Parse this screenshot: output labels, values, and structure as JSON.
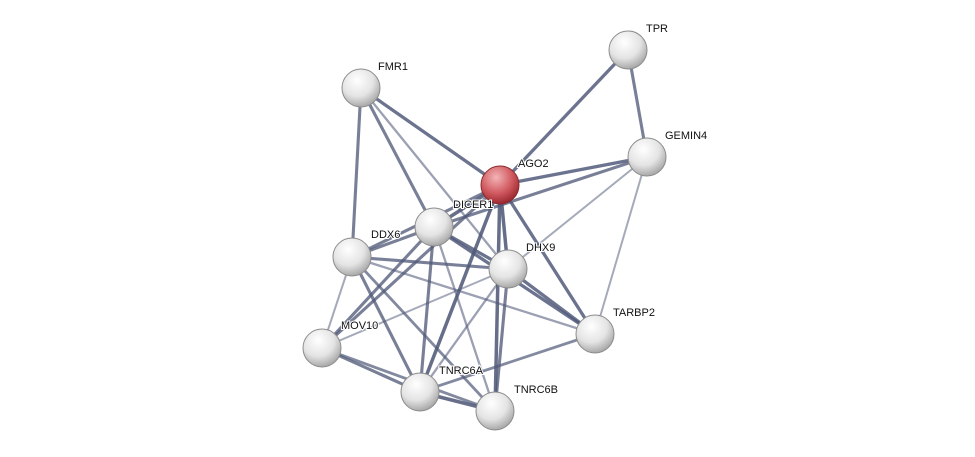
{
  "network": {
    "query_node": "AGO2",
    "colors": {
      "query": "#c9434a",
      "node": "#e8e8e8",
      "edge": "#4f5878"
    },
    "nodes": [
      "TPR",
      "FMR1",
      "GEMIN4",
      "AGO2",
      "DICER1",
      "DDX6",
      "DHX9",
      "TARBP2",
      "MOV10",
      "TNRC6A",
      "TNRC6B"
    ],
    "edges": [
      [
        "AGO2",
        "TPR",
        0.9
      ],
      [
        "TPR",
        "GEMIN4",
        0.8
      ],
      [
        "AGO2",
        "GEMIN4",
        0.9
      ],
      [
        "AGO2",
        "FMR1",
        0.9
      ],
      [
        "AGO2",
        "DICER1",
        0.95
      ],
      [
        "AGO2",
        "DDX6",
        0.8
      ],
      [
        "AGO2",
        "DHX9",
        0.95
      ],
      [
        "AGO2",
        "TARBP2",
        0.9
      ],
      [
        "AGO2",
        "TNRC6A",
        0.95
      ],
      [
        "AGO2",
        "TNRC6B",
        0.95
      ],
      [
        "AGO2",
        "MOV10",
        0.8
      ],
      [
        "FMR1",
        "DDX6",
        0.8
      ],
      [
        "FMR1",
        "DICER1",
        0.8
      ],
      [
        "FMR1",
        "DHX9",
        0.5
      ],
      [
        "GEMIN4",
        "DICER1",
        0.8
      ],
      [
        "GEMIN4",
        "DHX9",
        0.4
      ],
      [
        "GEMIN4",
        "TARBP2",
        0.4
      ],
      [
        "DICER1",
        "DDX6",
        0.8
      ],
      [
        "DICER1",
        "DHX9",
        0.9
      ],
      [
        "DICER1",
        "TARBP2",
        0.9
      ],
      [
        "DICER1",
        "MOV10",
        0.8
      ],
      [
        "DICER1",
        "TNRC6A",
        0.8
      ],
      [
        "DICER1",
        "TNRC6B",
        0.5
      ],
      [
        "DDX6",
        "DHX9",
        0.8
      ],
      [
        "DDX6",
        "TARBP2",
        0.5
      ],
      [
        "DDX6",
        "MOV10",
        0.4
      ],
      [
        "DDX6",
        "TNRC6A",
        0.8
      ],
      [
        "DDX6",
        "TNRC6B",
        0.7
      ],
      [
        "DHX9",
        "TARBP2",
        0.9
      ],
      [
        "DHX9",
        "MOV10",
        0.4
      ],
      [
        "DHX9",
        "TNRC6A",
        0.5
      ],
      [
        "DHX9",
        "TNRC6B",
        0.8
      ],
      [
        "MOV10",
        "TNRC6A",
        0.8
      ],
      [
        "MOV10",
        "TNRC6B",
        0.7
      ],
      [
        "TNRC6A",
        "TNRC6B",
        0.95
      ],
      [
        "TNRC6A",
        "TARBP2",
        0.7
      ]
    ]
  }
}
